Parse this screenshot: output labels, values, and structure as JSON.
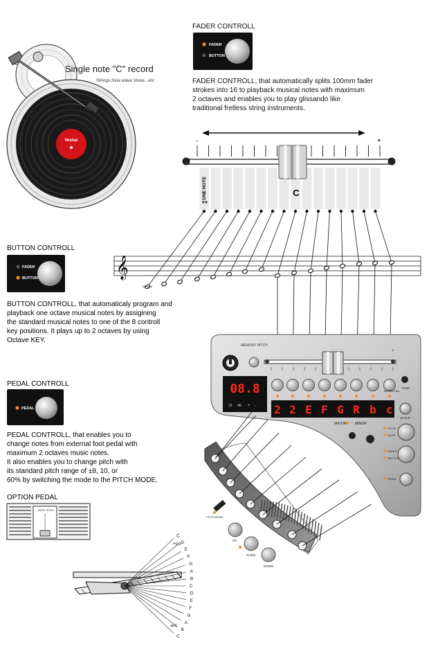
{
  "record": {
    "title": "Single note \"C\" record",
    "subtitle": "Strings,Sine wave,Voice...etc",
    "label_text": "Vestax"
  },
  "fader_section": {
    "heading": "FADER CONTROLL",
    "panel": {
      "top_label": "FADER",
      "bottom_label": "BUTTON"
    },
    "description": [
      "FADER CONTROLL, that automatically splits 100mm fader",
      "strokes into 16 to playback musical notes with maximum",
      "2 octaves and enables you to play glissando like",
      "traditional fretless string instruments."
    ],
    "minus_sign": "-",
    "plus_sign": "+",
    "one_note_label": "ONE NOTE",
    "center_note": "C"
  },
  "button_section": {
    "heading": "BUTTON CONTROLL",
    "panel": {
      "top_label": "FADER",
      "bottom_label": "BUTTON"
    },
    "description": [
      "BUTTON CONTROLL, that automaticaly program and",
      "playback one octave musical notes by assigining",
      "the standard musical notes to one of the 8 controll",
      "key positions.  It plays up to 2 octaves by using",
      "Octave KEY."
    ]
  },
  "pedal_section": {
    "heading": "PEDAL CONTROLL",
    "panel": {
      "label": "PEDAL"
    },
    "description": [
      "PEDAL CONTROLL, that enables you to",
      "change notes from external foot pedal with",
      "maximum 2 octaves music notes.",
      "It also enables you to change pitch with",
      "its standard pitch range of ±8, 10, or",
      "60% by switching the mode to the PITCH MODE."
    ]
  },
  "option_pedal": {
    "heading": "OPTION PEDAL",
    "unit_labels": [
      "NOTE",
      "PITCH"
    ],
    "scale_top": "+oct",
    "scale_bottom": "-oct",
    "scale_notes": [
      "C",
      "D",
      "E",
      "F",
      "G",
      "A",
      "B",
      "C",
      "D",
      "E",
      "F",
      "G",
      "A",
      "B",
      "C"
    ]
  },
  "device": {
    "display_value": "08.8",
    "display_small": [
      "23",
      "4E",
      "+",
      "-"
    ],
    "note_display": [
      "2",
      "2",
      "E",
      "F",
      "G",
      "R",
      "b",
      "c"
    ],
    "labels": {
      "memory_pitch": "MEMORY  PITCH",
      "tune": "TUNE",
      "major": "MAJOR",
      "minor": "MINOR",
      "scale": "SCALE",
      "pitch": "PITCH",
      "note": "NOTE",
      "fader": "FADER",
      "button": "BUTTON",
      "pedal": "PEDAL",
      "up": "UP",
      "down": "DOWN",
      "glide": "GLIDE",
      "pitch_bend": "PITCH BEND",
      "norm_all": "NORM  ALL"
    }
  },
  "colors": {
    "led_orange": "#f08a1a",
    "led_red": "#e52e1c",
    "panel_black": "#111111",
    "record_label": "#d3151b"
  }
}
